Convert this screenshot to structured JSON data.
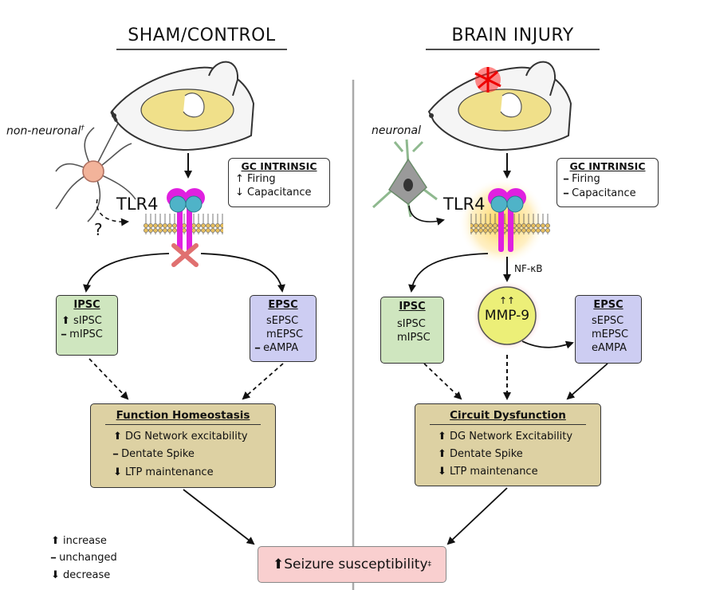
{
  "left": {
    "header": "SHAM/CONTROL",
    "source_label": "non-neuronal",
    "source_sup": "†",
    "question": "?",
    "tlr4": "TLR4",
    "gc_intrinsic": {
      "title": "GC INTRINSIC",
      "items": [
        {
          "sym": "↑",
          "label": "Firing"
        },
        {
          "sym": "↓",
          "label": "Capacitance"
        }
      ]
    },
    "ipsc": {
      "title": "IPSC",
      "items": [
        {
          "sym": "⬆",
          "label": "sIPSC"
        },
        {
          "sym": "━",
          "label": "mIPSC"
        }
      ]
    },
    "epsc": {
      "title": "EPSC",
      "items": [
        {
          "sym": "",
          "label": "sEPSC"
        },
        {
          "sym": "",
          "label": "mEPSC"
        },
        {
          "sym": "━",
          "label": "eAMPA"
        }
      ]
    },
    "outcome": {
      "title": "Function Homeostasis",
      "items": [
        {
          "sym": "⬆",
          "label": "DG Network excitability"
        },
        {
          "sym": "━",
          "label": "Dentate Spike"
        },
        {
          "sym": "⬇",
          "label": "LTP maintenance"
        }
      ]
    }
  },
  "right": {
    "header": "BRAIN INJURY",
    "source_label": "neuronal",
    "tlr4": "TLR4",
    "nfkb": "NF-κB",
    "mmp9": {
      "arrows": "↑↑",
      "label": "MMP-9"
    },
    "gc_intrinsic": {
      "title": "GC INTRINSIC",
      "items": [
        {
          "sym": "━",
          "label": "Firing"
        },
        {
          "sym": "━",
          "label": "Capacitance"
        }
      ]
    },
    "ipsc": {
      "title": "IPSC",
      "items": [
        {
          "sym": "",
          "label": "sIPSC"
        },
        {
          "sym": "",
          "label": "mIPSC"
        }
      ]
    },
    "epsc": {
      "title": "EPSC",
      "items": [
        {
          "sym": "",
          "label": "sEPSC"
        },
        {
          "sym": "",
          "label": "mEPSC"
        },
        {
          "sym": "",
          "label": "eAMPA"
        }
      ]
    },
    "outcome": {
      "title": "Circuit Dysfunction",
      "items": [
        {
          "sym": "⬆",
          "label": "DG Network Excitability"
        },
        {
          "sym": "⬆",
          "label": "Dentate Spike"
        },
        {
          "sym": "⬇",
          "label": "LTP maintenance"
        }
      ]
    }
  },
  "legend": [
    {
      "sym": "⬆",
      "label": "increase"
    },
    {
      "sym": "━",
      "label": "unchanged"
    },
    {
      "sym": "⬇",
      "label": "decrease"
    }
  ],
  "result": {
    "sym": "⬆",
    "label": "Seizure susceptibility",
    "sup": "‡"
  },
  "colors": {
    "ipsc": "#cfe6bf",
    "epsc": "#cdcdf2",
    "outcome": "#ddd1a3",
    "result": "#f9cfcf",
    "mmp9": "#ecef78",
    "receptor": "#e020e0",
    "receptor_head": "#4fb3c8"
  }
}
